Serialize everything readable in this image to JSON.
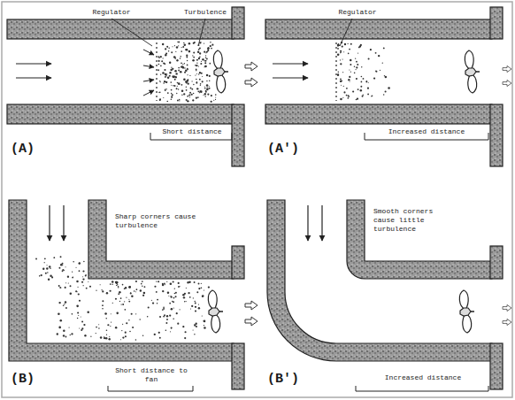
{
  "diagram": {
    "labels": [
      "Regulator",
      "Turbulence",
      "Short distance",
      "(A)",
      "Regulator",
      "Increased distance",
      "(A')",
      "Sharp corners cause turbulence",
      "Short distance to fan",
      "(B)",
      "Smooth corners cause little turbulence",
      "Increased distance",
      "(B')"
    ]
  }
}
